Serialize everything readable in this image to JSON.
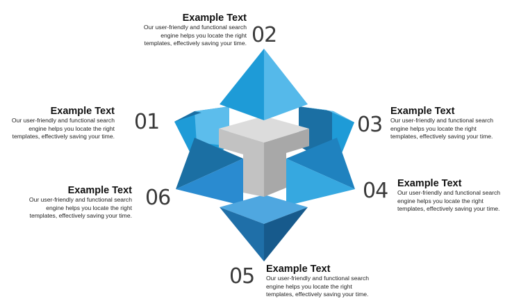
{
  "colors": {
    "pyramid_top_left": "#1e9bd7",
    "pyramid_top_right": "#55b9ea",
    "blue_dark": "#1b6fa3",
    "blue_mid": "#238ac9",
    "blue_light": "#3aa9e2",
    "blue_pale": "#5cbdec",
    "cube_top": "#dcdcdc",
    "cube_left": "#c4c4c4",
    "cube_right": "#a8a8a8",
    "number_color": "#3a3a3a"
  },
  "items": [
    {
      "number": "01",
      "title": "Example Text",
      "desc_lines": [
        "Our user-friendly and functional search",
        "engine helps you locate the right",
        "templates, effectively saving your time."
      ]
    },
    {
      "number": "02",
      "title": "Example Text",
      "desc_lines": [
        "Our user-friendly and functional search",
        "engine helps you locate the right",
        "templates, effectively saving your time."
      ]
    },
    {
      "number": "03",
      "title": "Example Text",
      "desc_lines": [
        "Our user-friendly and functional search",
        "engine helps you locate the right",
        "templates, effectively saving your time."
      ]
    },
    {
      "number": "04",
      "title": "Example Text",
      "desc_lines": [
        "Our user-friendly and functional search",
        "engine helps you locate the right",
        "templates, effectively saving your time."
      ]
    },
    {
      "number": "05",
      "title": "Example Text",
      "desc_lines": [
        "Our user-friendly and functional search",
        "engine helps you locate the right",
        "templates, effectively saving your time."
      ]
    },
    {
      "number": "06",
      "title": "Example Text",
      "desc_lines": [
        "Our user-friendly and functional search",
        "engine helps you locate the right",
        "templates, effectively saving your time."
      ]
    }
  ]
}
